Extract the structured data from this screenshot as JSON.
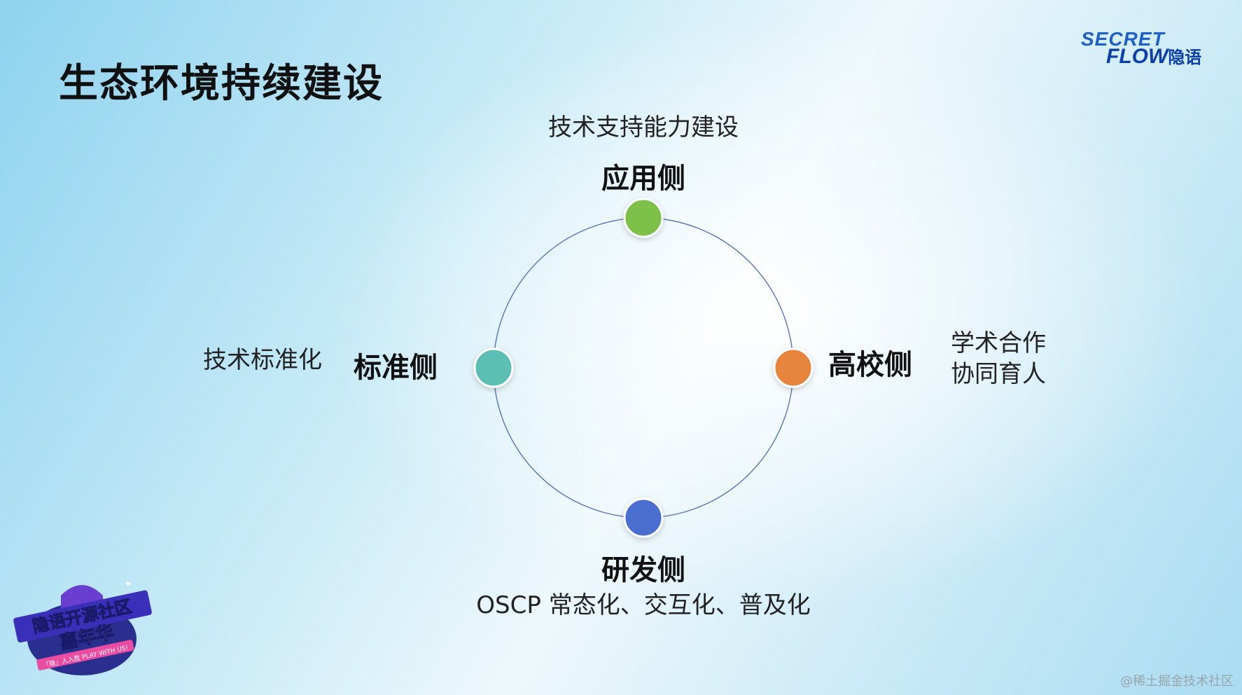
{
  "slide": {
    "title": "生态环境持续建设"
  },
  "logo": {
    "top_text": "SECRET",
    "bottom_text": "FLOW",
    "cn_text": "隐语"
  },
  "diagram": {
    "nodes": [
      {
        "id": "top",
        "label": "应用侧",
        "color": "#7bbf4a",
        "description": [
          "技术支持能力建设"
        ]
      },
      {
        "id": "right",
        "label": "高校侧",
        "color": "#e8853d",
        "description": [
          "学术合作",
          "协同育人"
        ]
      },
      {
        "id": "bottom",
        "label": "研发侧",
        "color": "#4a6ecf",
        "description": [
          "OSCP 常态化、交互化、普及化"
        ]
      },
      {
        "id": "left",
        "label": "标准侧",
        "color": "#5cbfb3",
        "description": [
          "技术标准化"
        ]
      }
    ],
    "ring_color": "#5a74b8"
  },
  "badge": {
    "line1": "隐语开源社区",
    "line2": "嘉年华",
    "line3": "「隐」人入胜  PLAY WITH US!"
  },
  "watermark": "@稀土掘金技术社区"
}
